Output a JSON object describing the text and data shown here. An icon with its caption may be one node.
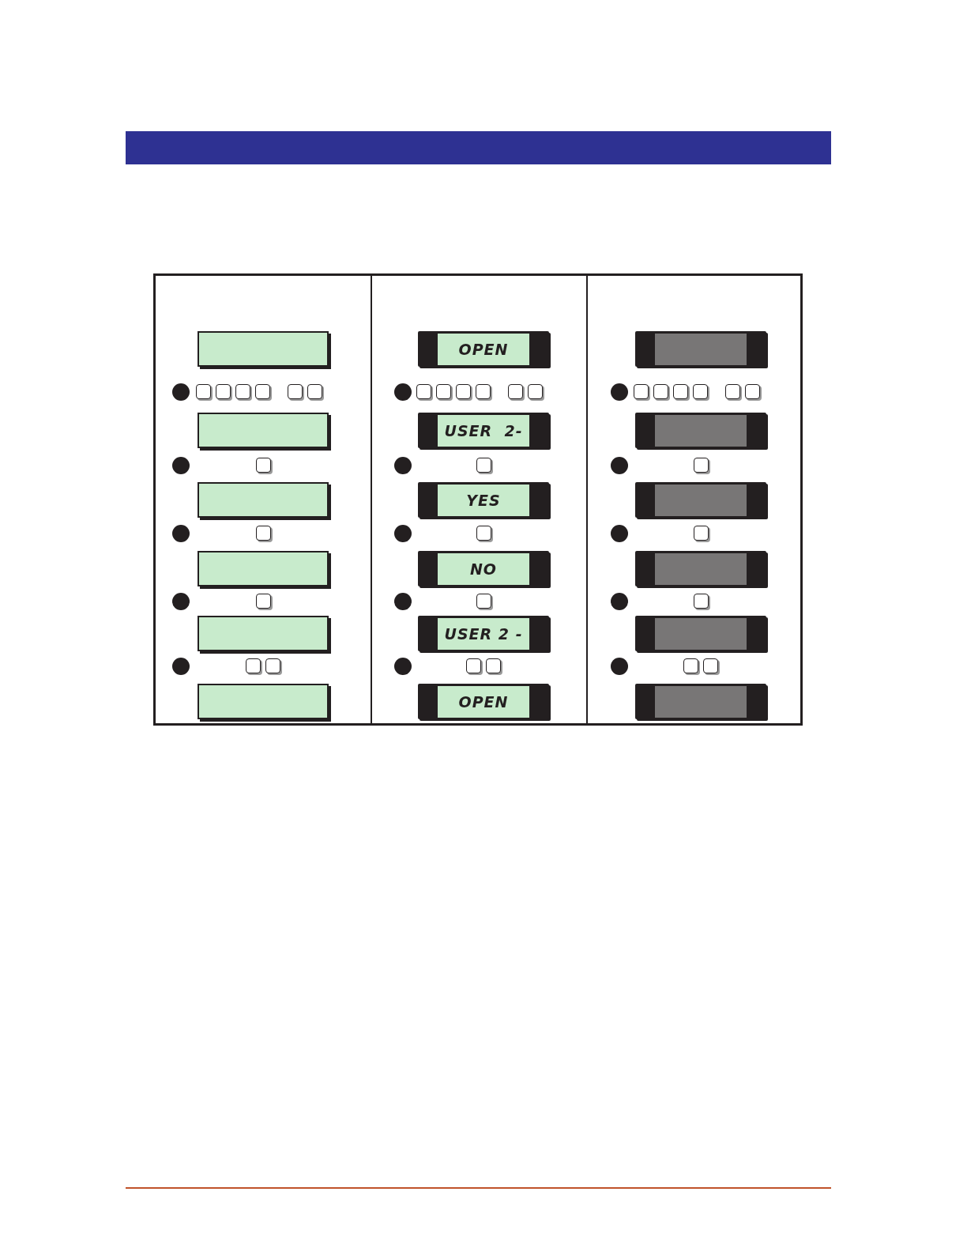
{
  "diagram": {
    "nodes": [
      {
        "text": [],
        "shape": "box"
      },
      {
        "text": [],
        "shape": "box"
      },
      {
        "text": [],
        "shape": "box"
      },
      {
        "text": [],
        "shape": "box"
      },
      {
        "text": [],
        "shape": "box"
      },
      {
        "text": [],
        "shape": "box"
      },
      {
        "text": [
          "OPEN"
        ]
      },
      {
        "text": [
          "USER  2-"
        ]
      },
      {
        "text": [
          "YES"
        ]
      },
      {
        "text": [
          "NO"
        ]
      },
      {
        "text": [
          "USER 2 -"
        ]
      },
      {
        "text": [
          "OPEN"
        ]
      },
      {
        "text": [],
        "shape": "box"
      },
      {
        "text": [],
        "shape": "box"
      },
      {
        "text": [],
        "shape": "box"
      },
      {
        "text": [],
        "shape": "box"
      },
      {
        "text": [],
        "shape": "box"
      },
      {
        "text": [],
        "shape": "box"
      }
    ]
  }
}
